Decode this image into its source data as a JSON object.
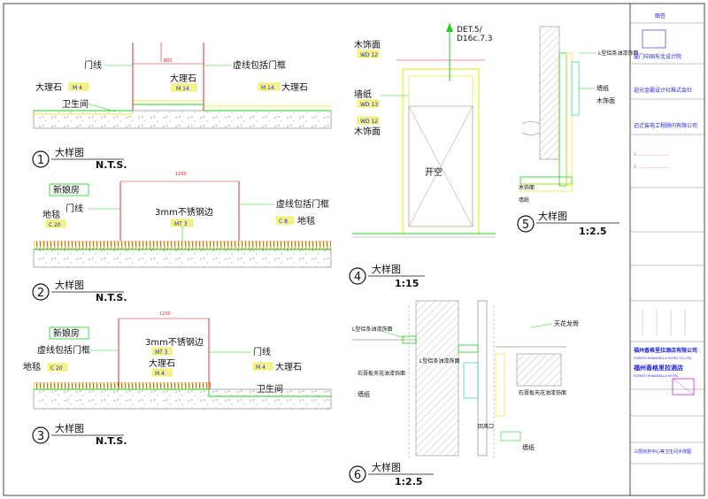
{
  "details": [
    {
      "number": "1",
      "title": "大样图",
      "scale": "N.T.S.",
      "labels": {
        "door_line": "门线",
        "virtual_frame": "虚线包括门框",
        "marble_left": "大理石",
        "marble_center": "大理石",
        "marble_right": "大理石",
        "bathroom": "卫生间"
      },
      "tags": {
        "left": "M 4",
        "center": "M 14",
        "right": "M 14"
      }
    },
    {
      "number": "2",
      "title": "大样图",
      "scale": "N.T.S.",
      "labels": {
        "new_room": "新娘房",
        "door_line": "门线",
        "steel_edge": "3mm不锈钢边",
        "virtual_frame": "虚线包括门框",
        "carpet_left": "地毯",
        "carpet_right": "地毯"
      },
      "tags": {
        "left": "C 20",
        "center": "MT 3",
        "right": "C 8"
      }
    },
    {
      "number": "3",
      "title": "大样图",
      "scale": "N.T.S.",
      "labels": {
        "new_room": "新娘房",
        "virtual_frame": "虚线包括门框",
        "steel_edge": "3mm不锈钢边",
        "marble": "大理石",
        "door_line": "门线",
        "marble_right": "大理石",
        "carpet": "地毯",
        "bathroom": "卫生间"
      },
      "tags": {
        "left": "C 20",
        "center_top": "MT 3",
        "center_bottom": "M 4",
        "right": "M 4"
      }
    },
    {
      "number": "4",
      "title": "大样图",
      "scale": "1:15",
      "labels": {
        "ref": "DET.5/",
        "ref2": "D16c.7.3",
        "wood_top": "木饰面",
        "wallpaper": "墙纸",
        "wood_bottom": "木饰面",
        "opening": "开空"
      },
      "tags": {
        "wood_top": "WD 12",
        "wallpaper": "WD 13",
        "wood_bottom": "WD 12"
      }
    },
    {
      "number": "5",
      "title": "大样图",
      "scale": "1:2.5",
      "labels": {
        "moulding": "L型铝条油漆饰面",
        "wallpaper": "墙纸",
        "wood": "木饰面",
        "wood_bottom_left": "木饰面",
        "wallpaper_bottom": "墙纸"
      }
    },
    {
      "number": "6",
      "title": "大样图",
      "scale": "1:2.5",
      "labels": {
        "l_moulding_left": "L型铝条油漆饰面",
        "gypsum_left": "石膏板天花油漆饰面",
        "l_moulding_center": "L型铝条油漆饰面",
        "wallpaper_left": "墙纸",
        "ceiling_keel": "天花龙骨",
        "gypsum_right": "石膏板天花油漆饰面",
        "return_air": "回风口",
        "wallpaper_right": "墙纸"
      }
    }
  ],
  "title_block": {
    "header_mark": "图签",
    "designer": "厦门中国东北设计院",
    "company2": "迎光金霸设计社株式会社",
    "company3": "迈迁装电工程顾问有限公司",
    "client": "福州香格里拉酒店有限公司",
    "client_en": "FUZHOU SHANGRI-LA HOTEL CO.,LTD",
    "project": "福州香格里拉酒店",
    "project_en": "FUZHOU SHANGRI-LA HOTEL",
    "drawing_title": "三层商务中心等卫生间大样图"
  },
  "colors": {
    "green": "#1fd21f",
    "yellow": "#e6e600",
    "red": "#e02020",
    "cyan": "#00c8c8",
    "blue": "#1a1ae6",
    "magenta": "#cc22cc",
    "gray": "#9a9a9a"
  }
}
